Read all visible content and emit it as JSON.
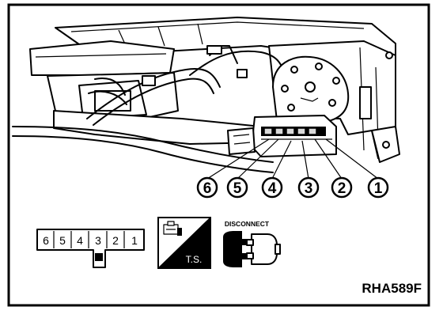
{
  "callouts": [
    {
      "label": "6"
    },
    {
      "label": "5"
    },
    {
      "label": "4"
    },
    {
      "label": "3"
    },
    {
      "label": "2"
    },
    {
      "label": "1"
    }
  ],
  "connector_pins": {
    "top_row": [
      "6",
      "5",
      "4",
      "3",
      "2",
      "1"
    ]
  },
  "ts_label": "T.S.",
  "disconnect_label": "DISCONNECT",
  "figure_code": "RHA589F"
}
